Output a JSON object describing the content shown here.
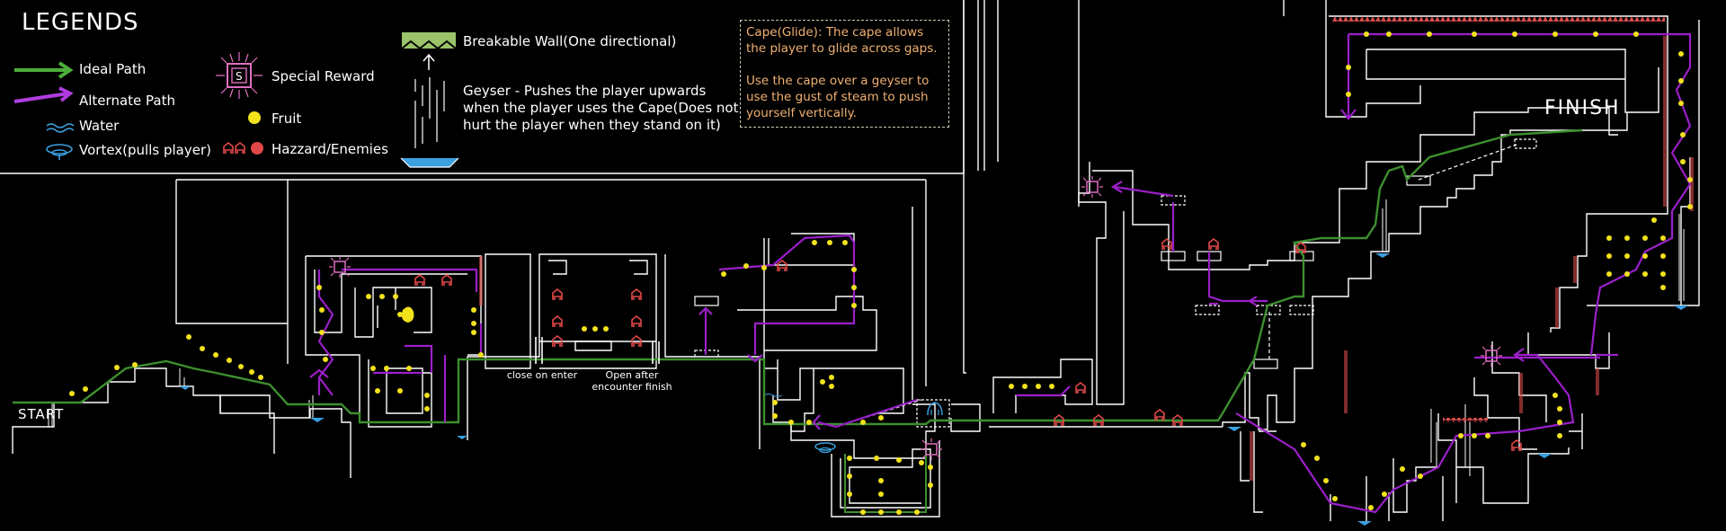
{
  "legend": {
    "title": "LEGENDS",
    "ideal_path": "Ideal Path",
    "alternate_path": "Alternate Path",
    "water": "Water",
    "vortex": "Vortex(pulls player)",
    "special_reward": "Special Reward",
    "special_reward_glyph": "S",
    "fruit": "Fruit",
    "hazard": "Hazzard/Enemies",
    "breakable_wall": "Breakable Wall(One directional)",
    "geyser": "Geyser - Pushes the player upwards when the player uses the Cape(Does not hurt the player when they stand on it)"
  },
  "cape_note": {
    "line1": "Cape(Glide): The cape allows the player to glide across gaps.",
    "line2": "Use the cape over a geyser to use the gust of steam to push yourself vertically."
  },
  "annotations": {
    "close_on_enter": "close on enter",
    "open_after": "Open after encounter finish",
    "start": "START",
    "finish": "FINISH"
  },
  "colors": {
    "ideal_path": "#4caf3a",
    "alternate_path": "#9b1fc9",
    "fruit": "#f2e21c",
    "hazard": "#e04848",
    "reward": "#e070c0",
    "water": "#3aa0e0",
    "wall": "#ffffff"
  }
}
